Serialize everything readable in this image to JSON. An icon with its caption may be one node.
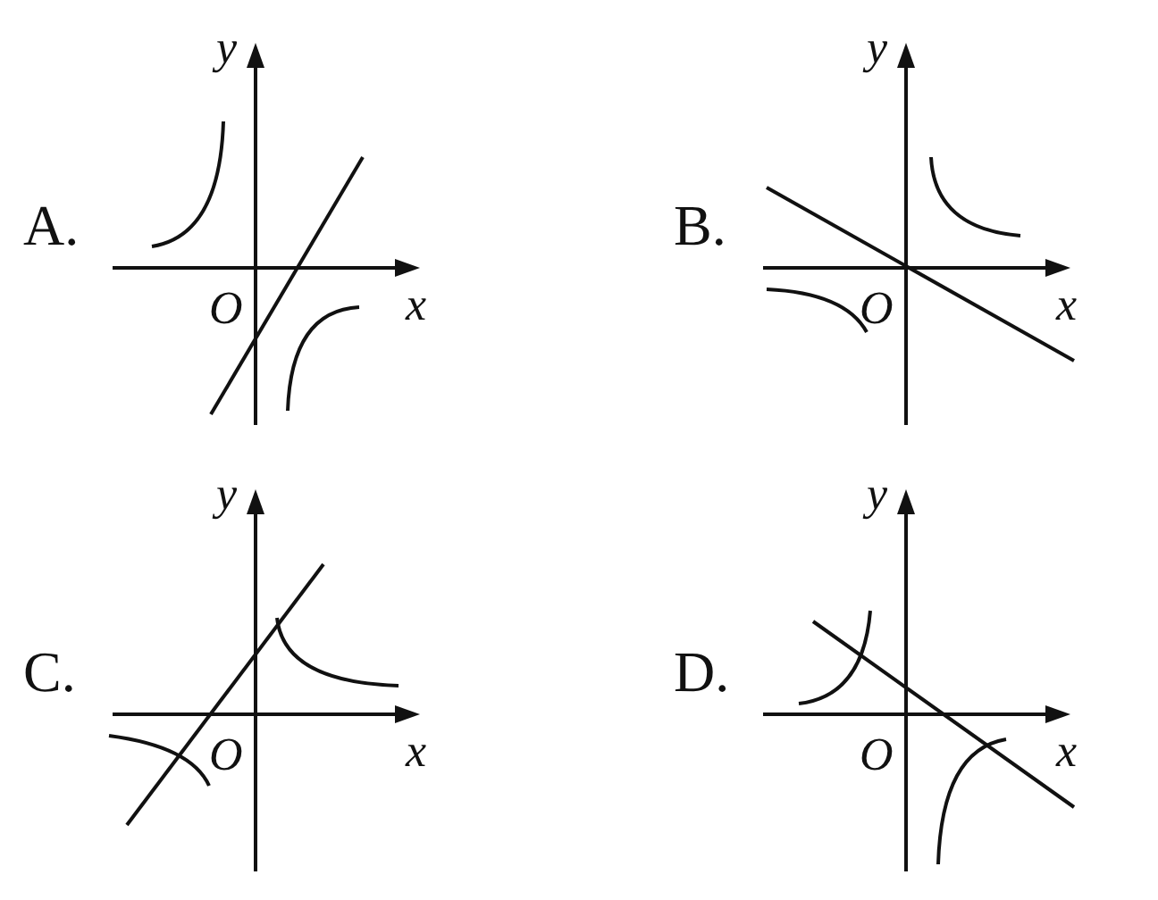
{
  "diagram": {
    "labels": [
      "y",
      "A.",
      "O",
      "x",
      "y",
      "B.",
      "O",
      "x",
      "y",
      "C.",
      "O",
      "x",
      "y",
      "D.",
      "O",
      "x"
    ]
  }
}
